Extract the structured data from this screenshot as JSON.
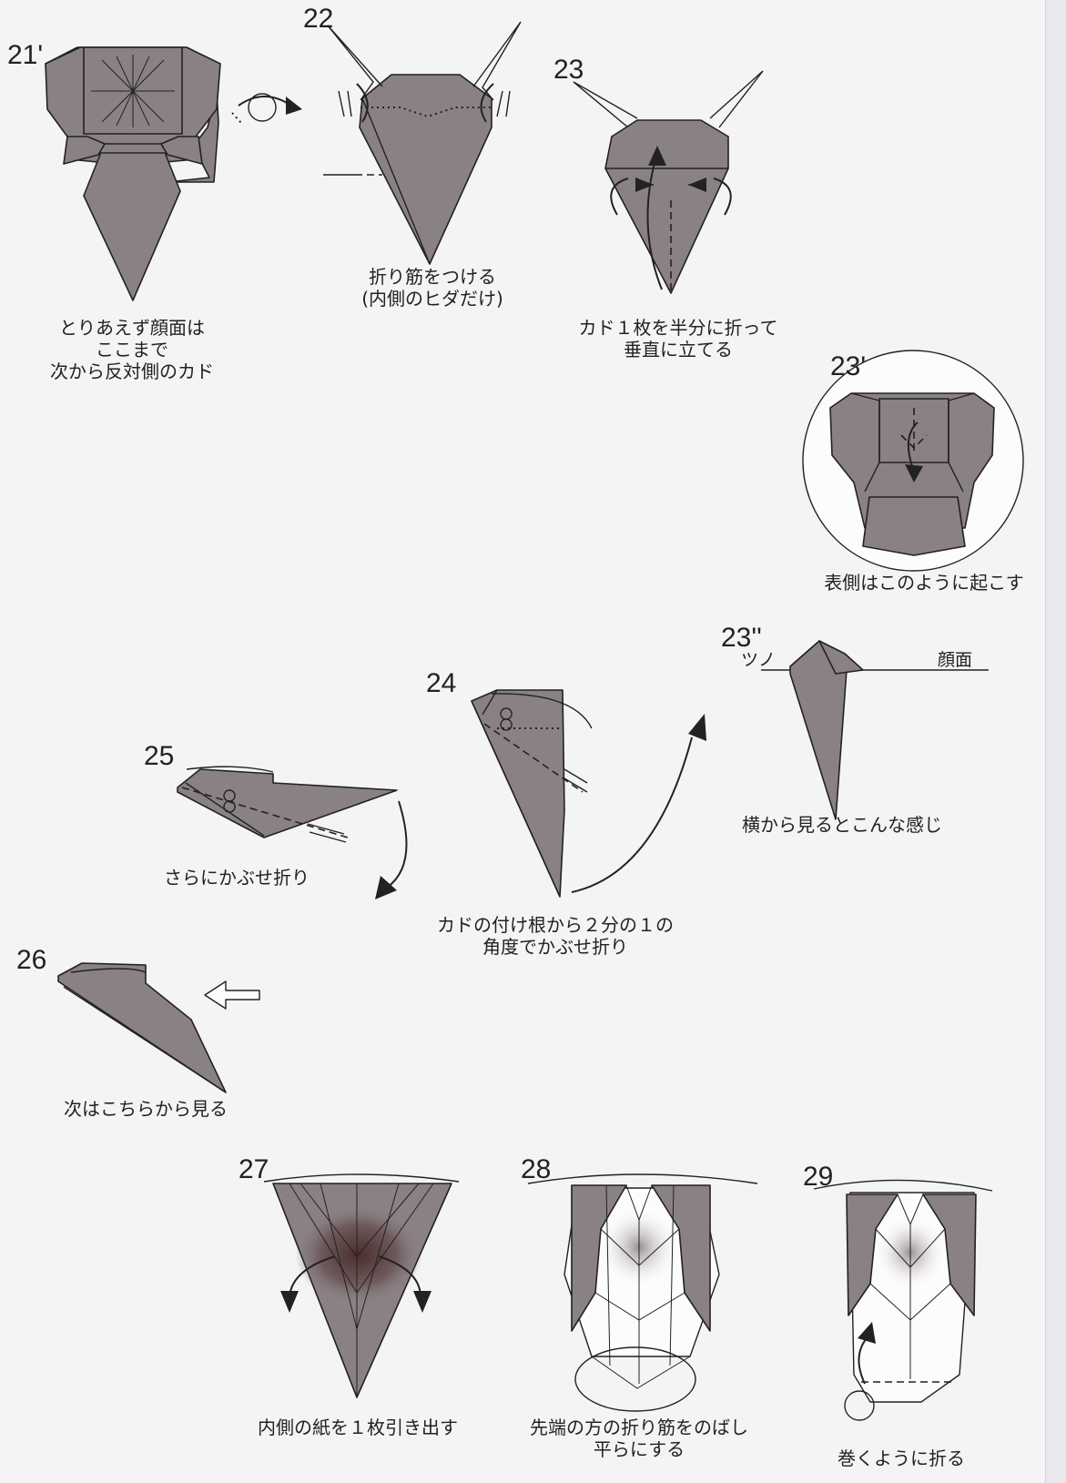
{
  "steps": {
    "s21p": {
      "number": "21'",
      "caption": [
        "とりあえず顔面は",
        "ここまで",
        "次から反対側のカド"
      ]
    },
    "s22": {
      "number": "22",
      "caption": [
        "折り筋をつける",
        "(内側のヒダだけ)"
      ]
    },
    "s23": {
      "number": "23",
      "caption": [
        "カド１枚を半分に折って",
        "垂直に立てる"
      ]
    },
    "s23p": {
      "number": "23'",
      "caption": [
        "表側はこのように起こす"
      ]
    },
    "s23pp": {
      "number": "23''",
      "label_horn": "ツノ",
      "label_face": "顔面",
      "caption": [
        "横から見るとこんな感じ"
      ]
    },
    "s24": {
      "number": "24",
      "caption": [
        "カドの付け根から２分の１の",
        "角度でかぶせ折り"
      ]
    },
    "s25": {
      "number": "25",
      "caption": [
        "さらにかぶせ折り"
      ]
    },
    "s26": {
      "number": "26",
      "caption": [
        "次はこちらから見る"
      ]
    },
    "s27": {
      "number": "27",
      "caption": [
        "内側の紙を１枚引き出す"
      ]
    },
    "s28": {
      "number": "28",
      "caption": [
        "先端の方の折り筋をのばし",
        "平らにする"
      ]
    },
    "s29": {
      "number": "29",
      "caption": [
        "巻くように折る"
      ]
    }
  },
  "colors": {
    "paper": "#8a8185",
    "paper_light": "#b3aaae",
    "background": "#f4f3f6",
    "line": "#222222"
  }
}
